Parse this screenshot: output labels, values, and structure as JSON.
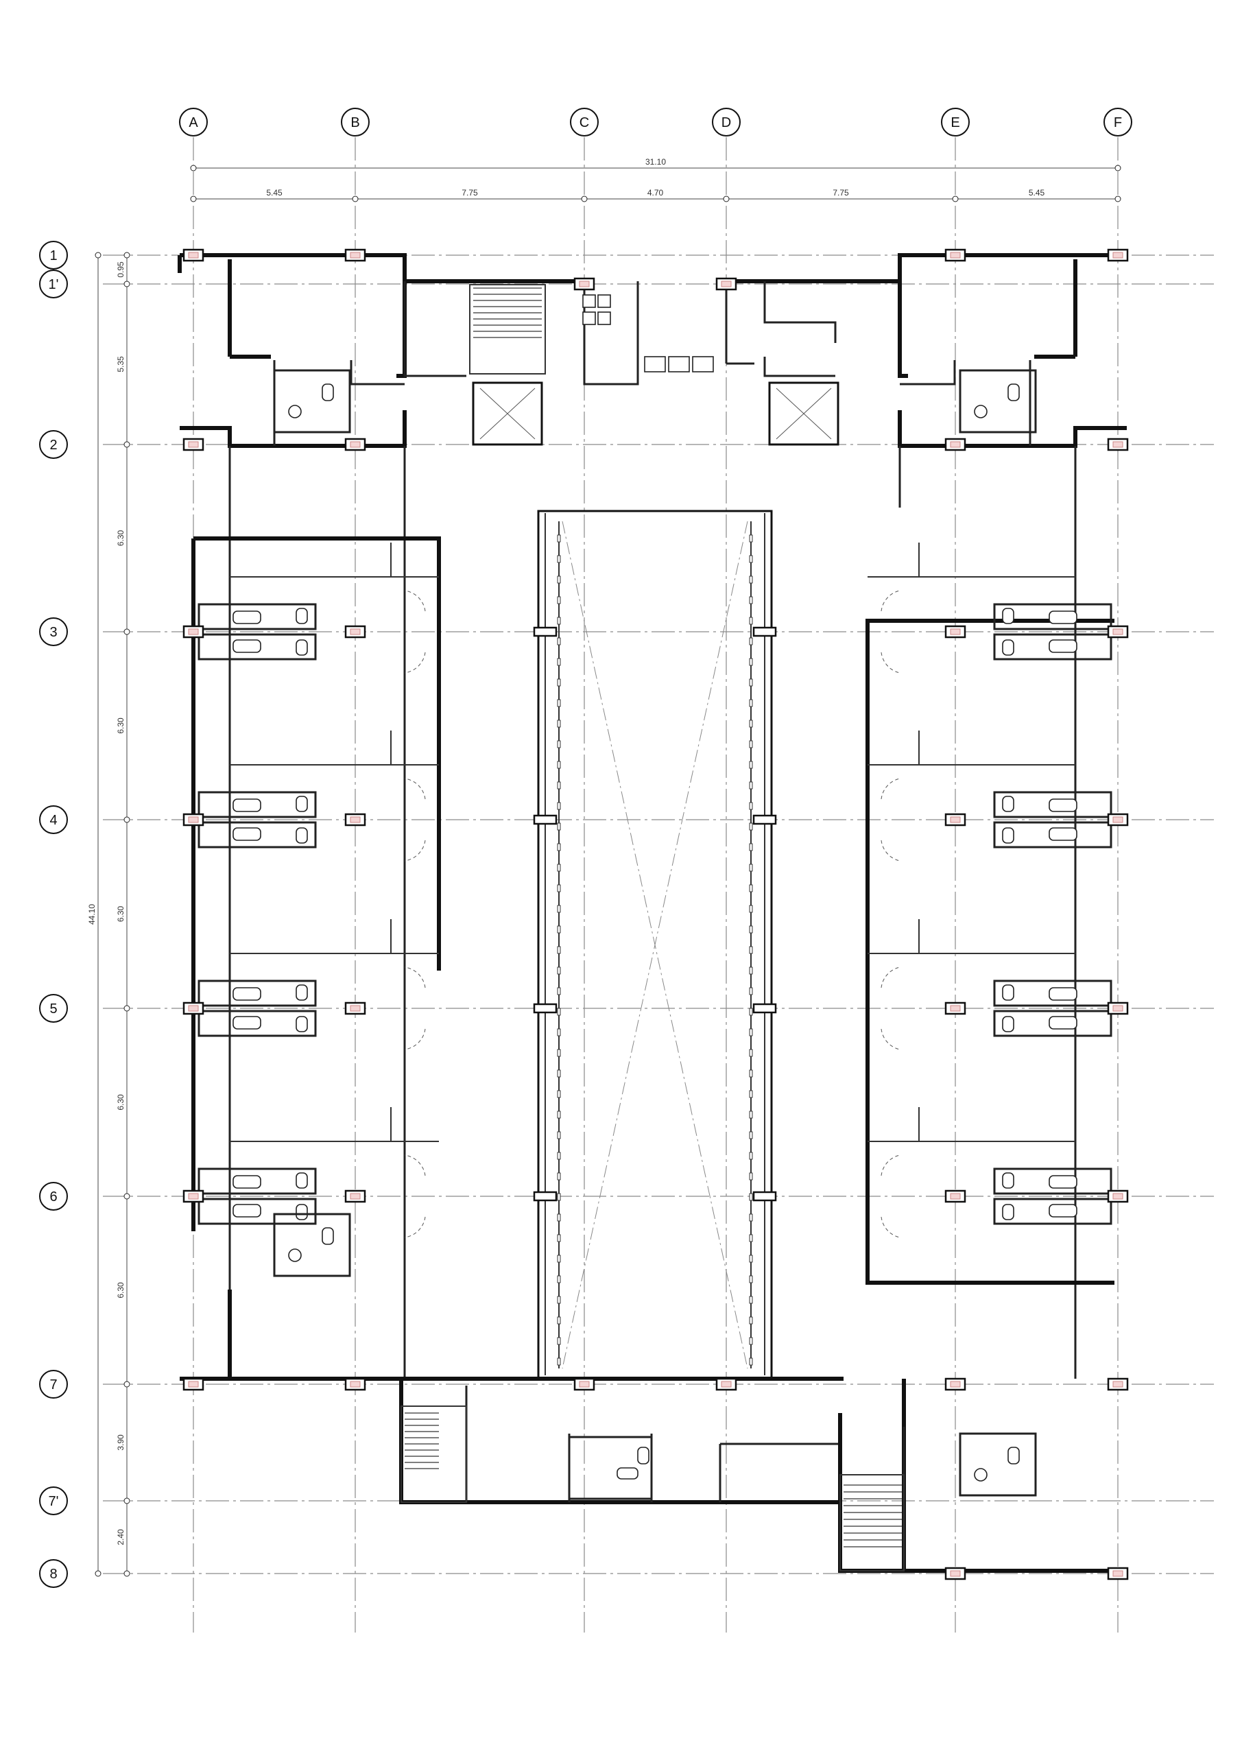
{
  "plan": {
    "column_grid": {
      "labels": [
        "A",
        "B",
        "C",
        "D",
        "E",
        "F"
      ],
      "spacings": [
        "5.45",
        "7.75",
        "4.70",
        "7.75",
        "5.45"
      ],
      "overall": "31.10"
    },
    "row_grid": {
      "labels": [
        "1",
        "1'",
        "2",
        "3",
        "4",
        "5",
        "6",
        "7",
        "7'",
        "8"
      ],
      "spacings": [
        "0.95",
        "5.35",
        "6.30",
        "6.30",
        "6.30",
        "6.30",
        "6.30",
        "3.90",
        "2.40"
      ],
      "overall": "44.10"
    }
  }
}
